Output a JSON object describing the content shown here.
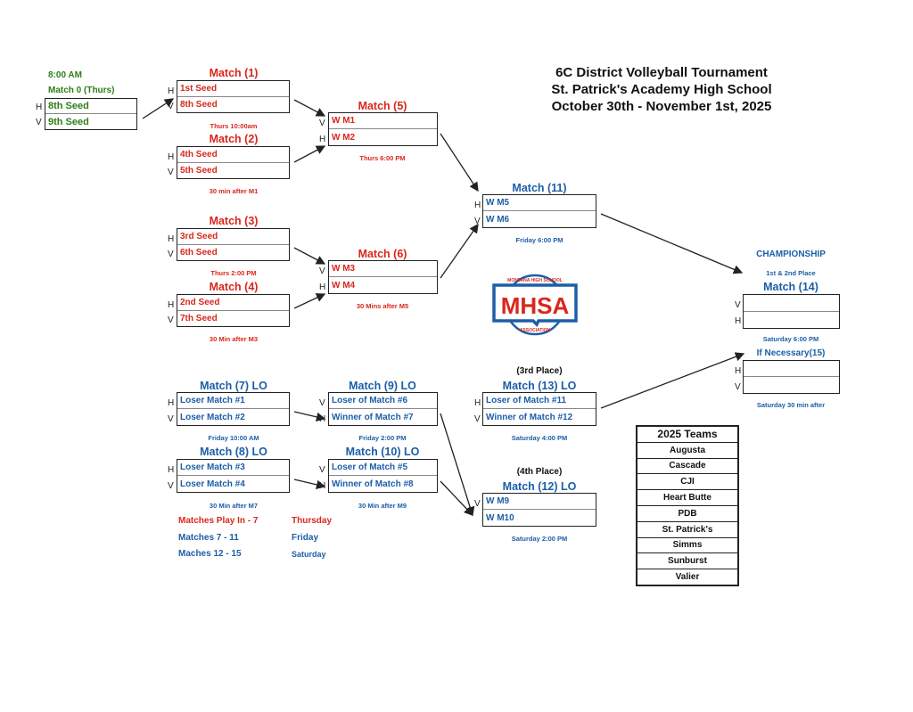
{
  "header": {
    "line1": "6C District Volleyball Tournament",
    "line2": "St. Patrick's Academy High School",
    "line3": "October 30th - November 1st, 2025"
  },
  "hv": {
    "h": "H",
    "v": "V"
  },
  "play_in": {
    "time": "8:00 AM",
    "label": "Match 0 (Thurs)",
    "h": "8th Seed",
    "v": "9th Seed"
  },
  "m1": {
    "label": "Match (1)",
    "h": "1st Seed",
    "v": "8th Seed",
    "time": "Thurs 10:00am"
  },
  "m2": {
    "label": "Match (2)",
    "h": "4th Seed",
    "v": "5th Seed",
    "time": "30 min after M1"
  },
  "m3": {
    "label": "Match (3)",
    "h": "3rd Seed",
    "v": "6th Seed",
    "time": "Thurs 2:00 PM"
  },
  "m4": {
    "label": "Match (4)",
    "h": "2nd Seed",
    "v": "7th Seed",
    "time": "30 Min after M3"
  },
  "m5": {
    "label": "Match (5)",
    "v": "W M1",
    "h": "W M2",
    "time": "Thurs 6:00 PM"
  },
  "m6": {
    "label": "Match (6)",
    "v": "W M3",
    "h": "W M4",
    "time": "30 Mins after M5"
  },
  "m11": {
    "label": "Match  (11)",
    "h": "W M5",
    "v": "W M6",
    "time": "Friday 6:00 PM"
  },
  "championship": {
    "title": "CHAMPIONSHIP",
    "subtitle": "1st & 2nd Place",
    "label": "Match  (14)",
    "time": "Saturday 6:00 PM",
    "if_necessary": "If Necessary(15)",
    "if_time": "Saturday 30 min after"
  },
  "m7": {
    "label": "Match (7) LO",
    "h": "Loser Match #1",
    "v": "Loser Match #2",
    "time": "Friday 10:00 AM"
  },
  "m8": {
    "label": "Match (8) LO",
    "h": "Loser Match #3",
    "v": "Loser Match #4",
    "time": "30 Min after M7"
  },
  "m9": {
    "label": "Match  (9) LO",
    "v": "Loser of Match #6",
    "h": "Winner of Match #7",
    "time": "Friday 2:00 PM"
  },
  "m10": {
    "label": "Match  (10) LO",
    "v": "Loser of Match #5",
    "h": "Winner of Match #8",
    "time": "30 Min after M9"
  },
  "m13": {
    "place": "(3rd Place)",
    "label": "Match  (13) LO",
    "h": "Loser of Match #11",
    "v": "Winner of Match #12",
    "time": "Saturday 4:00 PM"
  },
  "m12": {
    "place": "(4th Place)",
    "label": "Match  (12) LO",
    "v": "W M9",
    "h2": "W M10",
    "time": "Saturday 2:00 PM"
  },
  "legend": {
    "row1_left": "Matches Play In - 7",
    "row1_right": "Thursday",
    "row2_left": "Matches 7 - 11",
    "row2_right": "Friday",
    "row3_left": "Maches 12 - 15",
    "row3_right": "Saturday"
  },
  "teams": {
    "header": "2025 Teams",
    "list": [
      "Augusta",
      "Cascade",
      "CJI",
      "Heart Butte",
      "PDB",
      "St. Patrick's",
      "Simms",
      "Sunburst",
      "Valier"
    ]
  },
  "logo": {
    "text": "MHSA",
    "arc_top": "MONTANA HIGH SCHOOL",
    "arc_bottom": "ASSOCIATION"
  },
  "colors": {
    "red": "#d9271c",
    "blue": "#1c5ea8",
    "green": "#2e7d1a",
    "line": "#222222"
  }
}
